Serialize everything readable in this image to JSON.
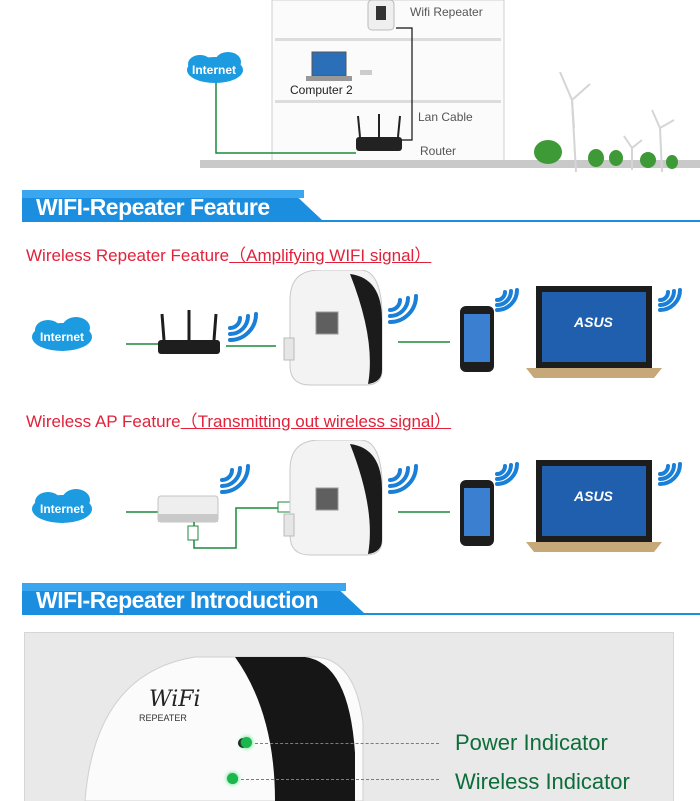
{
  "top_diagram": {
    "cloud_label": "Internet",
    "labels": {
      "wifi_repeater": "Wifi Repeater",
      "computer_2": "Computer 2",
      "lan_cable": "Lan Cable",
      "router": "Router"
    }
  },
  "sections": {
    "feature_title": "WIFI-Repeater Feature",
    "intro_title": "WIFI-Repeater Introduction"
  },
  "repeater_feature": {
    "title_main": "Wireless Repeater Feature",
    "title_sub": "（Amplifying WIFI signal）",
    "cloud_label": "Internet"
  },
  "ap_feature": {
    "title_main": "Wireless AP Feature",
    "title_sub": "（Transmitting out wireless signal）",
    "cloud_label": "Internet"
  },
  "laptop_brand": "ASUS",
  "intro": {
    "device_logo": "WiFi",
    "device_sub": "REPEATER",
    "indicators": [
      "Power Indicator",
      "Wireless Indicator"
    ]
  },
  "colors": {
    "banner_blue": "#1c8ee0",
    "feature_red": "#e2213a",
    "indicator_green": "#0d6d3a",
    "wifi_blue": "#1a7fd6"
  }
}
